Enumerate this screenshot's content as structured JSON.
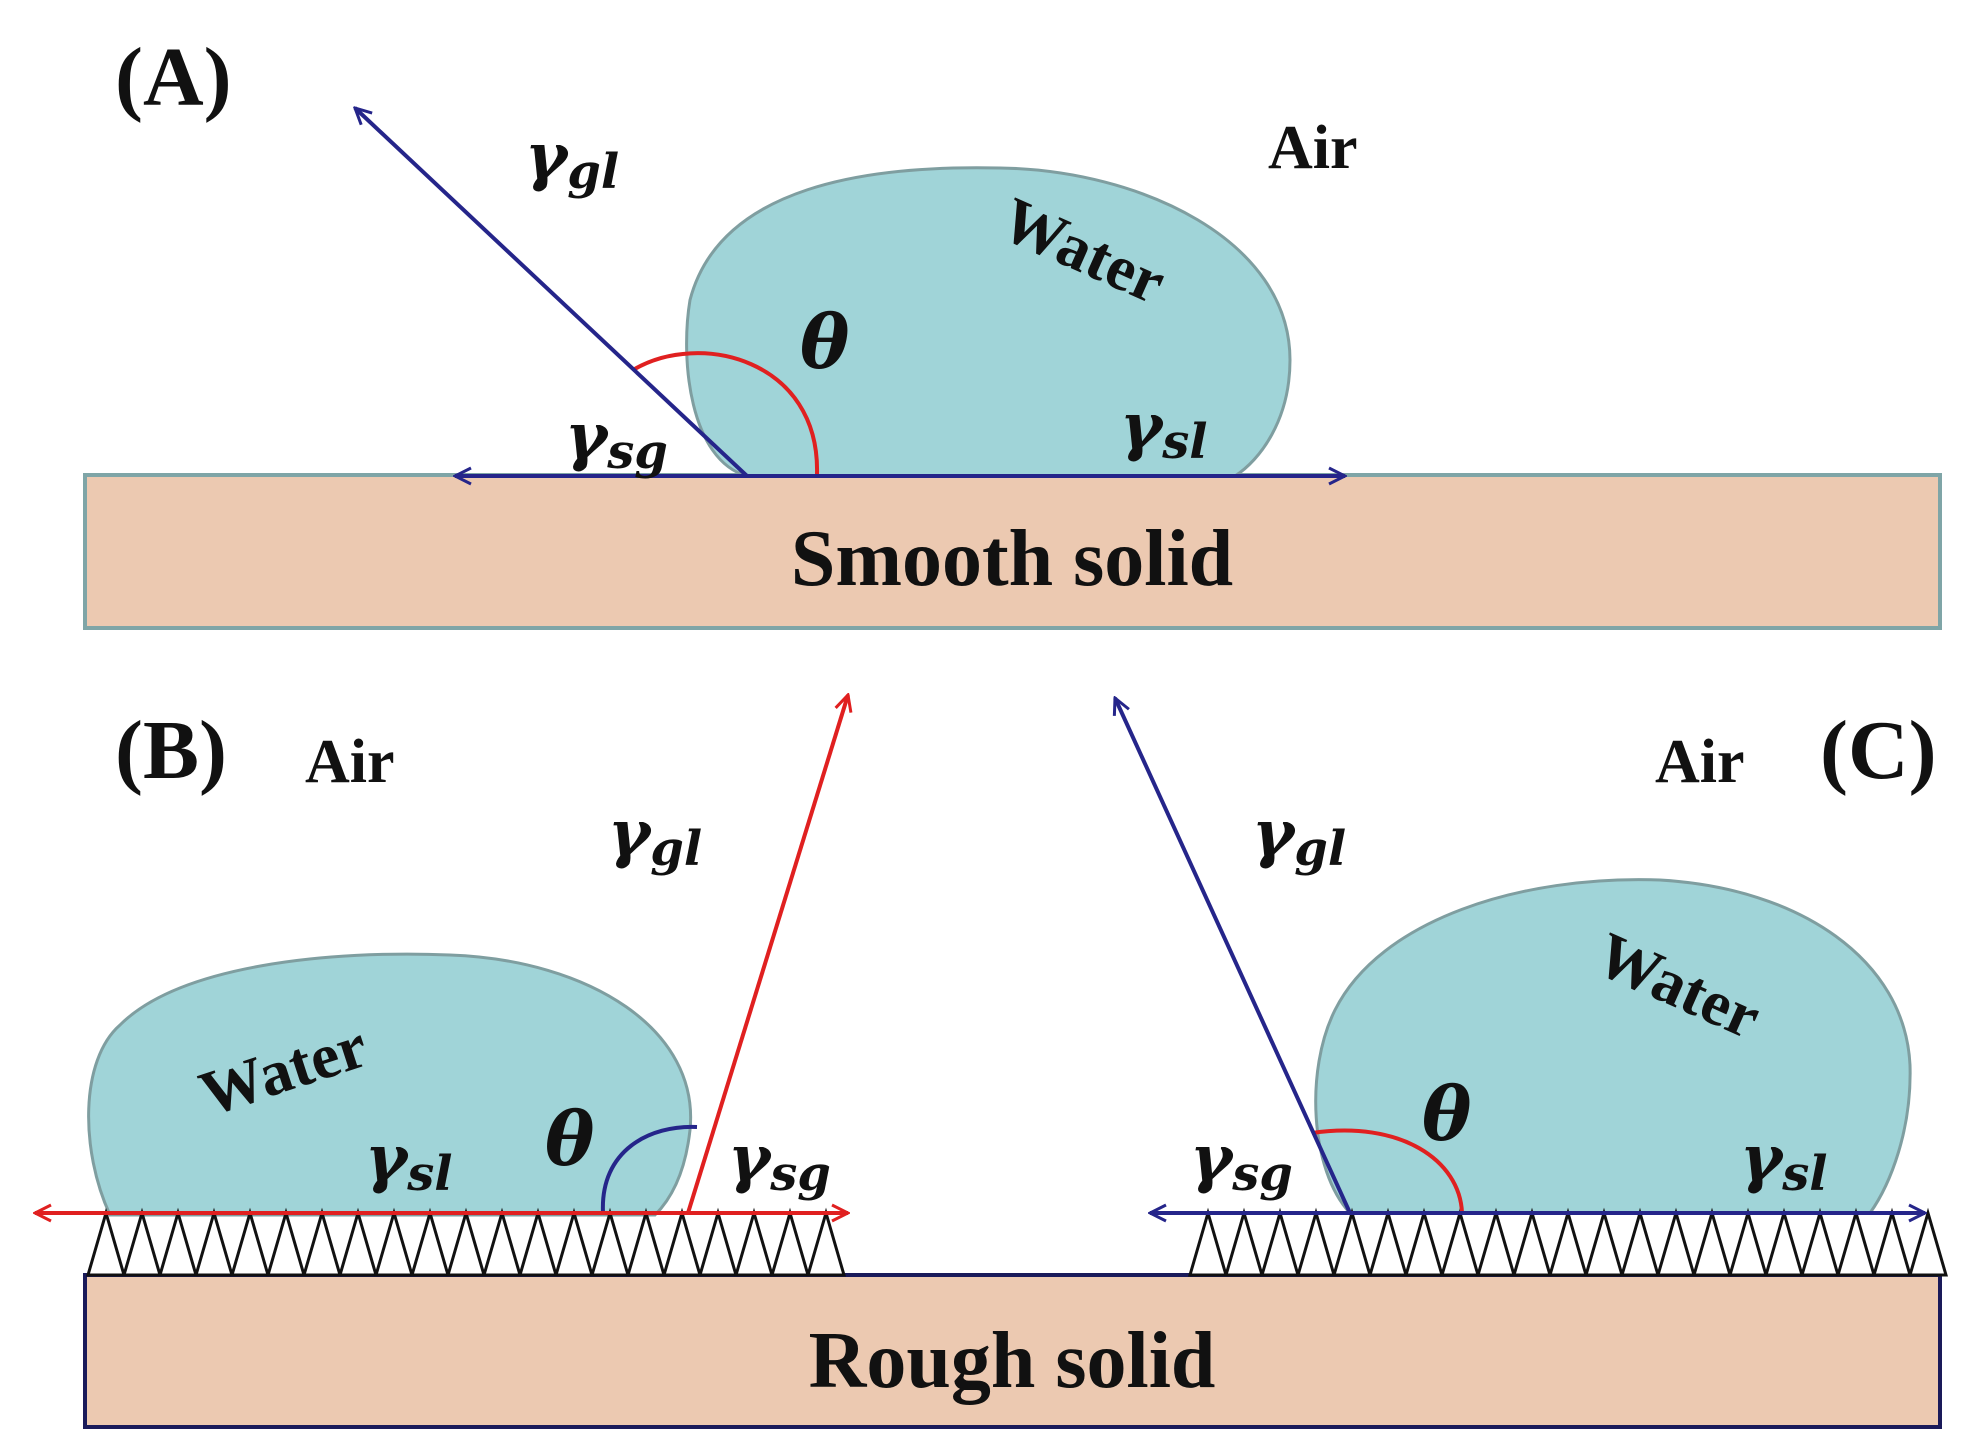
{
  "colors": {
    "water_fill": "#a0d4d8",
    "water_stroke": "#7f9ea0",
    "solid_fill": "#ecc9b1",
    "smooth_solid_stroke": "#7fa5a7",
    "rough_solid_stroke": "#1a1a5a",
    "blue_vector": "#25258a",
    "red_vector": "#e02020",
    "spike_fill": "#ffffff",
    "spike_stroke": "#111111"
  },
  "panels": {
    "A": {
      "label": "(A)",
      "air": "Air",
      "water": "Water",
      "solid": "Smooth solid",
      "theta": "θ",
      "gamma_gl": {
        "symbol": "γ",
        "sub": "gl"
      },
      "gamma_sg": {
        "symbol": "γ",
        "sub": "sg"
      },
      "gamma_sl": {
        "symbol": "γ",
        "sub": "sl"
      }
    },
    "B": {
      "label": "(B)",
      "air": "Air",
      "water": "Water",
      "theta": "θ",
      "gamma_gl": {
        "symbol": "γ",
        "sub": "gl"
      },
      "gamma_sg": {
        "symbol": "γ",
        "sub": "sg"
      },
      "gamma_sl": {
        "symbol": "γ",
        "sub": "sl"
      }
    },
    "C": {
      "label": "(C)",
      "air": "Air",
      "water": "Water",
      "theta": "θ",
      "gamma_gl": {
        "symbol": "γ",
        "sub": "gl"
      },
      "gamma_sg": {
        "symbol": "γ",
        "sub": "sg"
      },
      "gamma_sl": {
        "symbol": "γ",
        "sub": "sl"
      }
    },
    "rough_solid": "Rough solid"
  }
}
